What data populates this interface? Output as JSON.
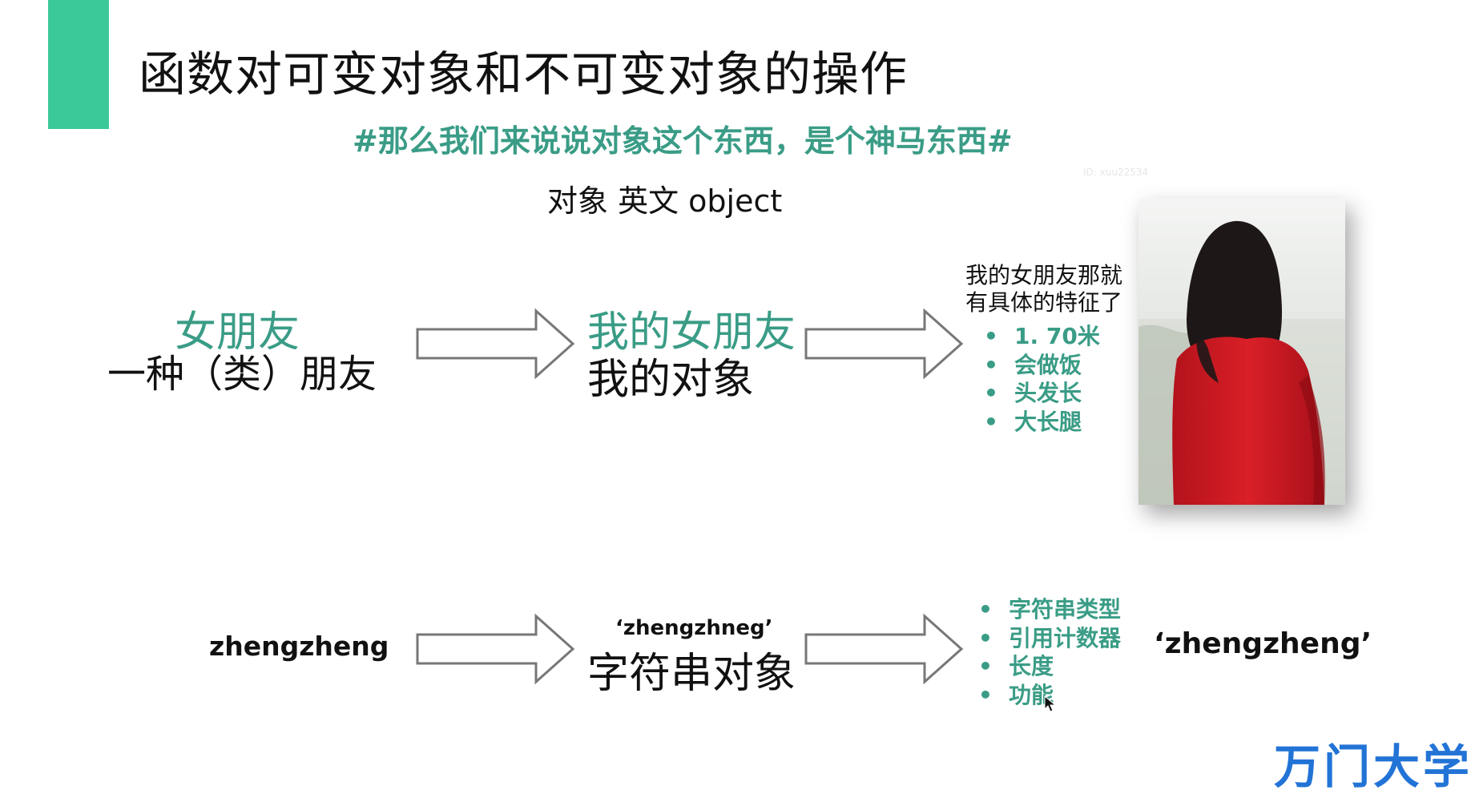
{
  "slide": {
    "title": "函数对可变对象和不可变对象的操作",
    "subtitle": "#那么我们来说说对象这个东西，是个神马东西#",
    "object_line": "对象  英文  object",
    "watermark": "ID: xuu22534"
  },
  "row1": {
    "left_green": "女朋友",
    "left_black": "一种（类）朋友",
    "middle_green": "我的女朋友",
    "middle_black": "我的对象",
    "note_line1": "我的女朋友那就",
    "note_line2": "有具体的特征了",
    "features": [
      "1. 70米",
      "会做饭",
      "头发长",
      "大长腿"
    ]
  },
  "row2": {
    "left": "zhengzheng",
    "middle_small": "‘zhengzhneg’",
    "middle_large": "字符串对象",
    "features": [
      "字符串类型",
      "引用计数器",
      "长度",
      "功能"
    ],
    "right": "‘zhengzheng’"
  },
  "brand": {
    "logo_text": "万门大学",
    "accent_color": "#3cc99a",
    "text_green": "#3a9c86",
    "logo_color": "#2273d6"
  },
  "icons": {
    "arrows": "outline-right-arrow",
    "photo": "woman-in-red-coat-photo",
    "cursor": "mouse-pointer-icon"
  }
}
